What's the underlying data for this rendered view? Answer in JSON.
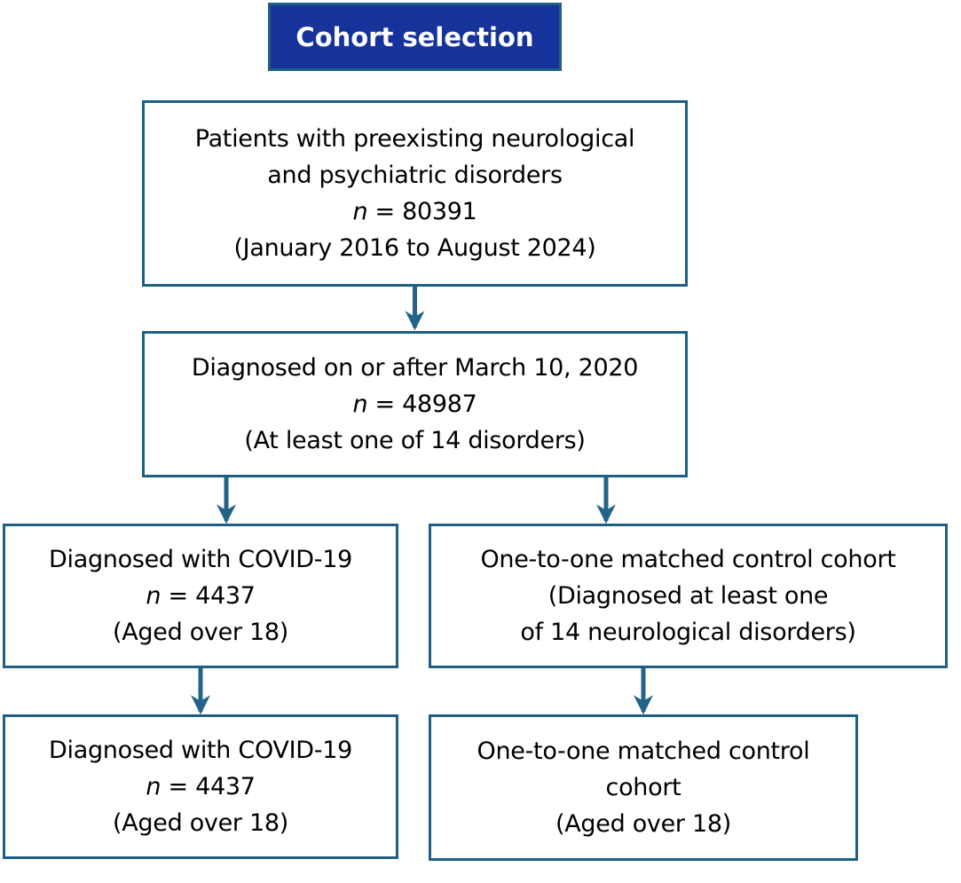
{
  "title": {
    "label": "Cohort selection"
  },
  "colors": {
    "header_fill": "#16339B",
    "header_text": "#FFFFFF",
    "border": "#1E5F82",
    "arrow": "#246389",
    "text": "#000000"
  },
  "boxes": {
    "preexisting": {
      "lines": [
        "Patients with preexisting neurological",
        "and psychiatric disorders",
        "n = 80391",
        "(January 2016 to August 2024)"
      ]
    },
    "diagnosed_after": {
      "lines": [
        "Diagnosed on or after March 10, 2020",
        "n = 48987",
        "(At least one of 14 disorders)"
      ]
    },
    "covid_cohort": {
      "lines": [
        "Diagnosed with COVID-19",
        "n = 4437",
        "(Aged over 18)"
      ]
    },
    "matched_control": {
      "lines": [
        "One-to-one matched control cohort",
        "(Diagnosed at least one",
        "of 14 neurological disorders)"
      ]
    },
    "covid_cohort_final": {
      "lines": [
        "Diagnosed with COVID-19",
        "n = 4437",
        "(Aged over 18)"
      ]
    },
    "matched_control_final": {
      "lines": [
        "One-to-one matched control",
        "cohort",
        "(Aged over 18)"
      ]
    }
  }
}
